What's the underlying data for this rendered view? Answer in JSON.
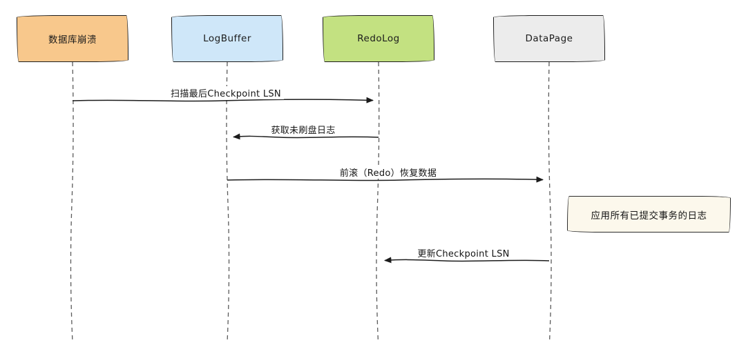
{
  "diagram_type": "sequence-diagram",
  "actors": [
    {
      "label": "数据库崩溃",
      "fill": "#f8c88c"
    },
    {
      "label": "LogBuffer",
      "fill": "#cfe7f9"
    },
    {
      "label": "RedoLog",
      "fill": "#c3e181"
    },
    {
      "label": "DataPage",
      "fill": "#ececec"
    }
  ],
  "messages": [
    {
      "label": "扫描最后Checkpoint LSN",
      "from": "数据库崩溃",
      "to": "RedoLog",
      "direction": "right"
    },
    {
      "label": "获取未刷盘日志",
      "from": "RedoLog",
      "to": "LogBuffer",
      "direction": "left"
    },
    {
      "label": "前滚（Redo）恢复数据",
      "from": "LogBuffer",
      "to": "DataPage",
      "direction": "right"
    },
    {
      "label": "更新Checkpoint LSN",
      "from": "DataPage",
      "to": "RedoLog",
      "direction": "left"
    }
  ],
  "note": {
    "label": "应用所有已提交事务的日志",
    "fill": "#fcf8ec",
    "anchored_to": "DataPage"
  },
  "colors": {
    "stroke": "#1b1b1b",
    "lifeline": "#5a5a5a",
    "background": "#ffffff"
  }
}
